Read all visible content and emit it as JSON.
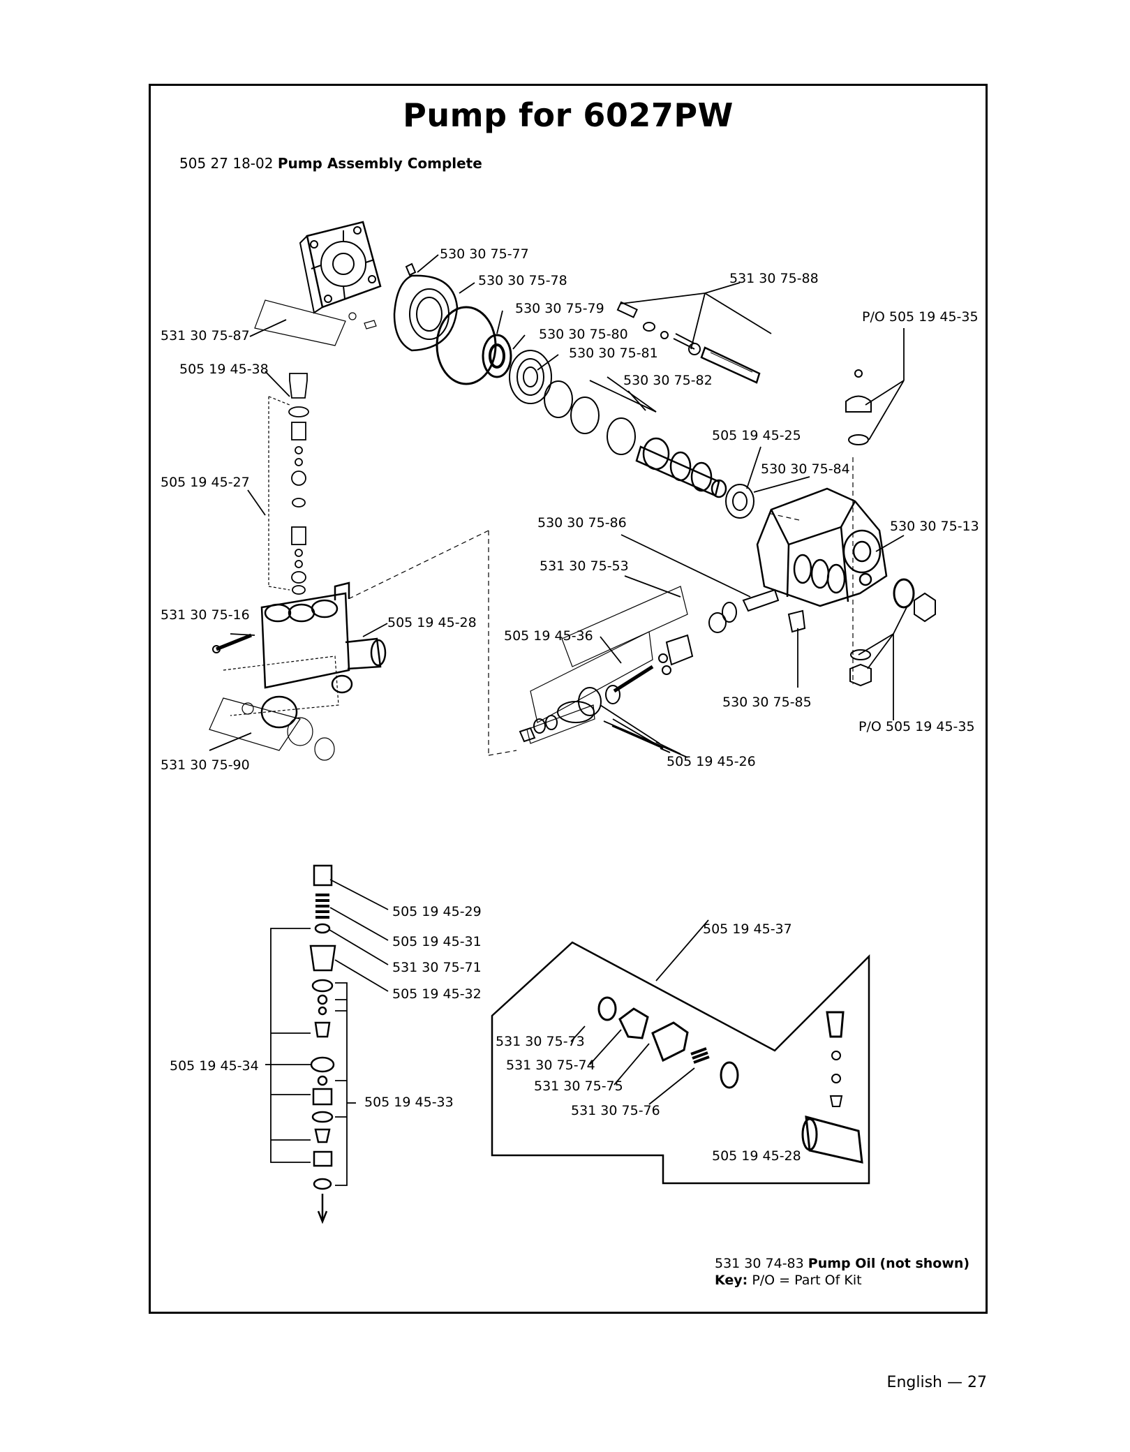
{
  "title": "Pump for 6027PW",
  "assembly": {
    "part_no": "505 27 18-02",
    "name": "Pump Assembly Complete"
  },
  "labels": {
    "l_531_30_75_87": "531 30 75-87",
    "l_530_30_75_77": "530 30 75-77",
    "l_530_30_75_78": "530 30 75-78",
    "l_531_30_75_88": "531 30 75-88",
    "l_530_30_75_79": "530 30 75-79",
    "l_530_30_75_80": "530 30 75-80",
    "l_530_30_75_81": "530 30 75-81",
    "l_530_30_75_82": "530 30 75-82",
    "l_po_505_19_45_35_top": "P/O 505 19 45-35",
    "l_505_19_45_38": "505 19 45-38",
    "l_505_19_45_25": "505 19 45-25",
    "l_530_30_75_84": "530 30 75-84",
    "l_505_19_45_27": "505 19 45-27",
    "l_530_30_75_86": "530 30 75-86",
    "l_530_30_75_13": "530 30 75-13",
    "l_531_30_75_53": "531 30 75-53",
    "l_531_30_75_16": "531 30 75-16",
    "l_505_19_45_28_top": "505 19 45-28",
    "l_505_19_45_36": "505 19 45-36",
    "l_530_30_75_85": "530 30 75-85",
    "l_po_505_19_45_35_bottom": "P/O 505 19 45-35",
    "l_531_30_75_90": "531 30 75-90",
    "l_505_19_45_26": "505 19 45-26",
    "l_505_19_45_29": "505 19 45-29",
    "l_505_19_45_31": "505 19 45-31",
    "l_531_30_75_71": "531 30 75-71",
    "l_505_19_45_32": "505 19 45-32",
    "l_505_19_45_37": "505 19 45-37",
    "l_505_19_45_34": "505 19 45-34",
    "l_505_19_45_33": "505 19 45-33",
    "l_531_30_75_73": "531 30 75-73",
    "l_531_30_75_74": "531 30 75-74",
    "l_531_30_75_75": "531 30 75-75",
    "l_531_30_75_76": "531 30 75-76",
    "l_505_19_45_28_bottom": "505 19 45-28"
  },
  "notes": {
    "oil_part_no": "531 30 74-83",
    "oil_name": "Pump Oil",
    "oil_suffix": "(not shown)",
    "key_label": "Key:",
    "key_text": "P/O = Part Of Kit"
  },
  "footer": {
    "language": "English",
    "dash": "—",
    "page": "27"
  }
}
